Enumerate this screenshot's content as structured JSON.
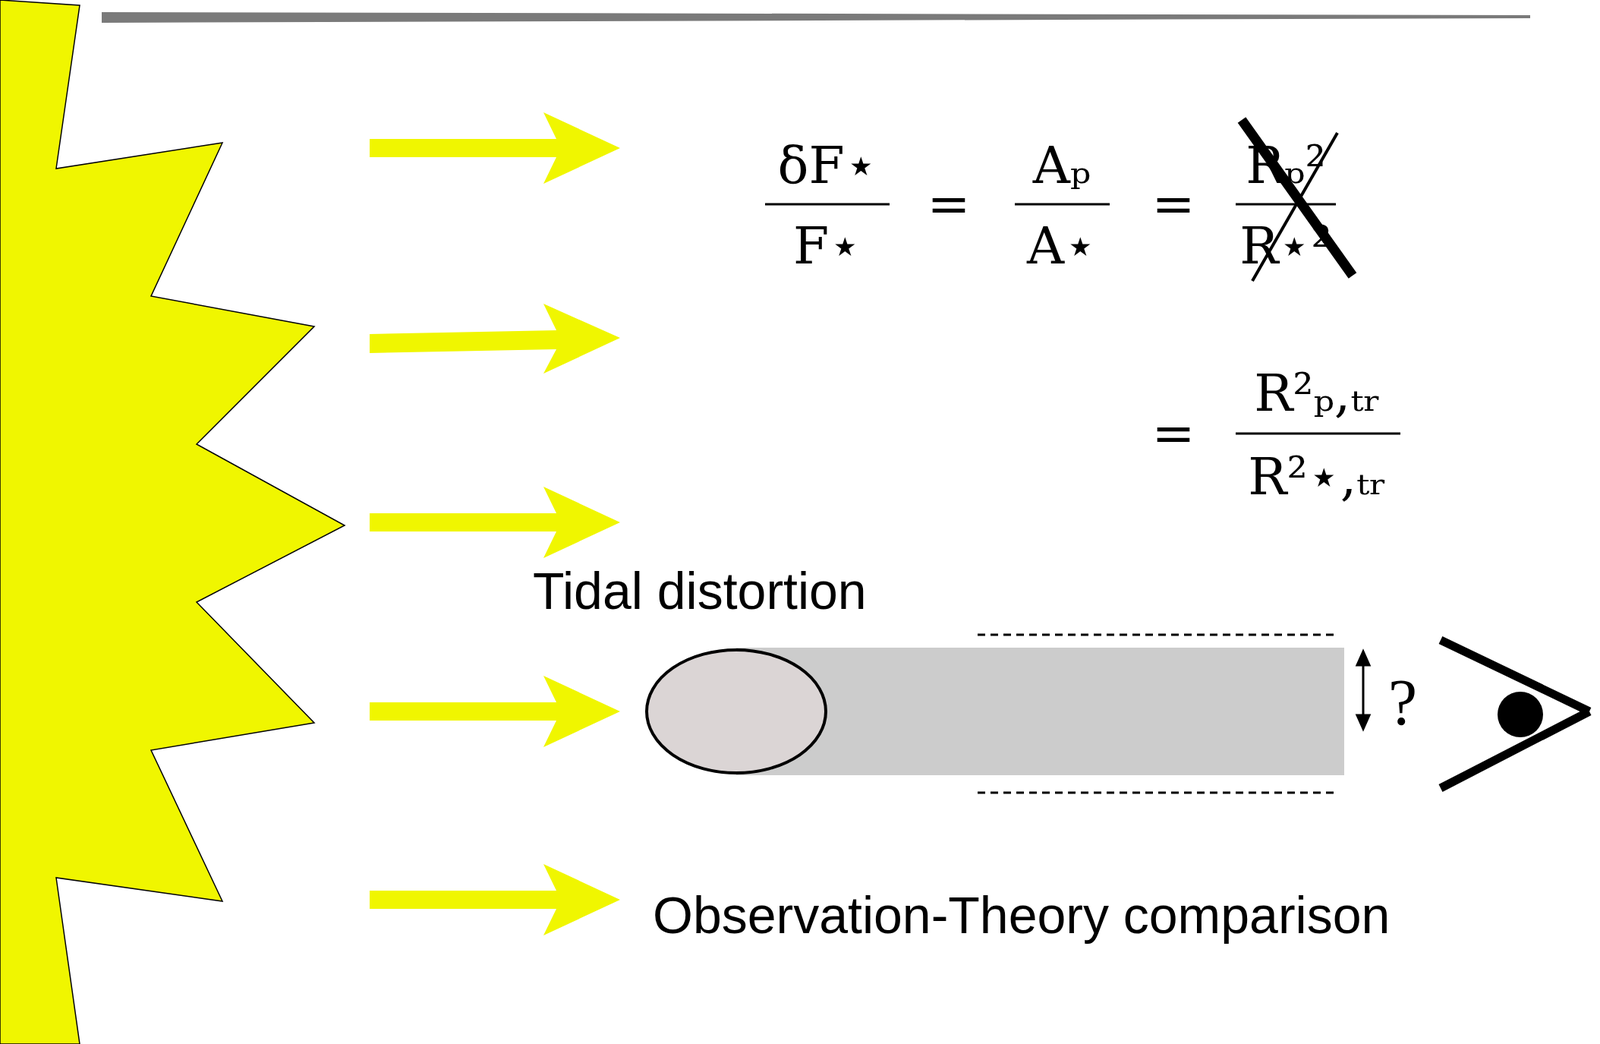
{
  "diagram": {
    "labels": [
      "δF⋆",
      "F⋆",
      "=",
      "Aₚ",
      "A⋆",
      "=",
      "Rₚ²",
      "R⋆²",
      "=",
      "R²ₚ,ₜᵣ",
      "R²⋆,ₜᵣ",
      "Tidal distortion",
      "?",
      "Observation-Theory comparison"
    ]
  }
}
